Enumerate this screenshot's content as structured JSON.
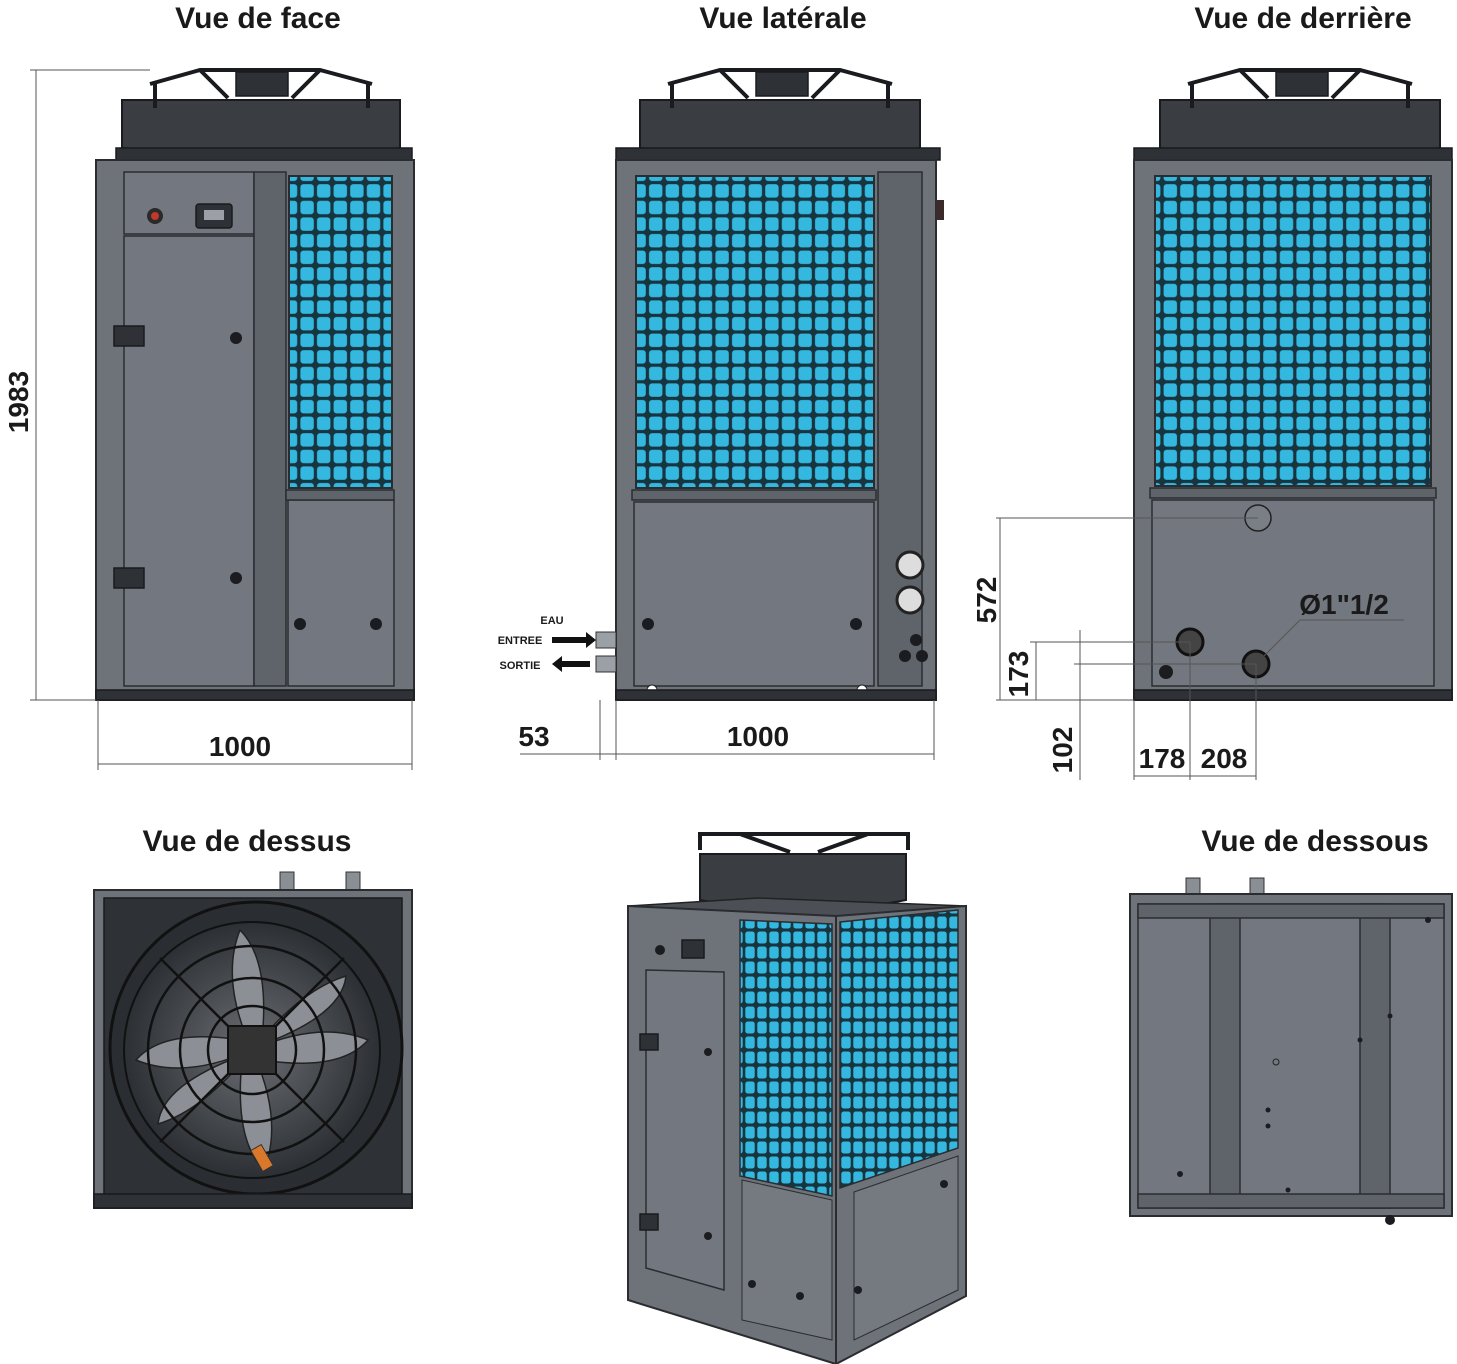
{
  "titles": {
    "front": "Vue de face",
    "side": "Vue latérale",
    "back": "Vue de derrière",
    "top": "Vue de dessus",
    "bottom": "Vue de dessous"
  },
  "dimensions": {
    "height": "1983",
    "front_width": "1000",
    "side_width": "1000",
    "side_offset": "53",
    "back_572": "572",
    "back_173": "173",
    "back_102": "102",
    "back_178": "178",
    "back_208": "208",
    "pipe_diameter": "Ø1\"1/2"
  },
  "water": {
    "label": "EAU",
    "inlet": "ENTREE",
    "outlet": "SORTIE"
  },
  "colors": {
    "panel": "#6e737a",
    "grille": "#34b8df",
    "fan": "#3a3d42"
  }
}
